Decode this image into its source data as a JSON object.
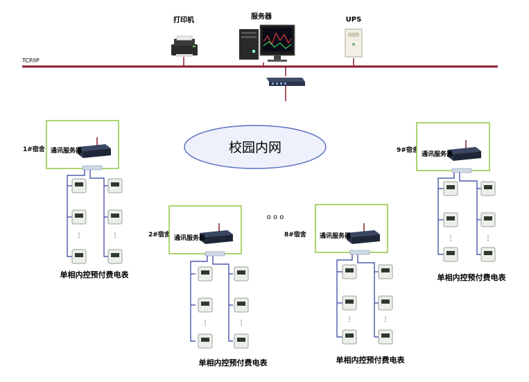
{
  "devices": {
    "printer": "打印机",
    "server": "服务器",
    "ups": "UPS"
  },
  "network": {
    "protocol": "TCP/IP",
    "campus": "校园内网",
    "ellipsis": "o   o   o"
  },
  "dorms": [
    {
      "name": "1#宿舍",
      "server": "通讯服务器",
      "meter_label": "单相内控预付费电表"
    },
    {
      "name": "2#宿舍",
      "server": "通讯服务器",
      "meter_label": "单相内控预付费电表"
    },
    {
      "name": "8#宿舍",
      "server": "通讯服务器",
      "meter_label": "单相内控预付费电表"
    },
    {
      "name": "9#宿舍",
      "server": "通讯服务器",
      "meter_label": "单相内控预付费电表"
    }
  ],
  "colors": {
    "bus": "#8b1a2a",
    "box_border": "#8dc63f",
    "rs485": "#2b3a9c",
    "cloud_border": "#5a6fc0",
    "cloud_fill": "#eef1fb"
  }
}
